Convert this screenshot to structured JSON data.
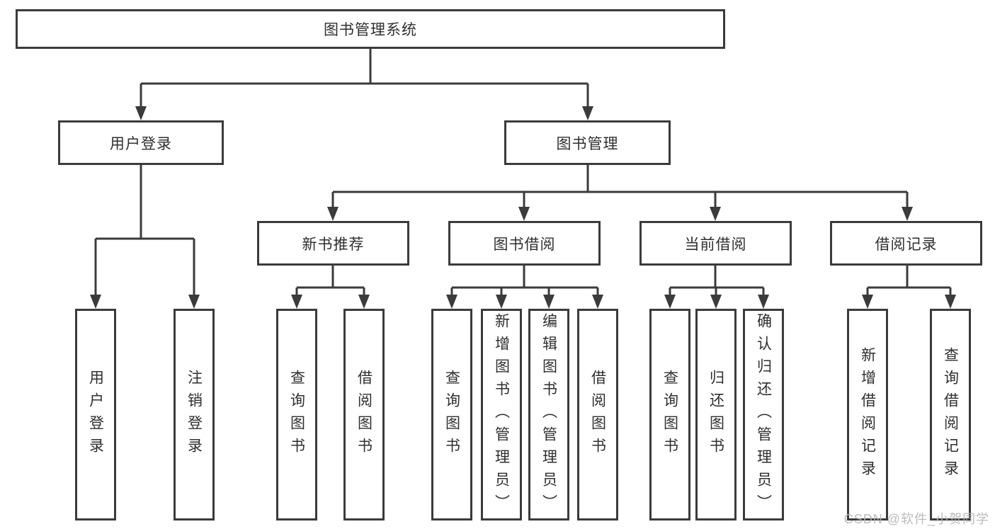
{
  "diagram_type": "hierarchy",
  "nodes": {
    "root": {
      "label": "图书管理系统",
      "children": [
        "user_login",
        "book_mgmt"
      ]
    },
    "user_login": {
      "label": "用户登录",
      "children": [
        "login",
        "logout"
      ]
    },
    "book_mgmt": {
      "label": "图书管理",
      "children": [
        "new_books",
        "borrow",
        "current",
        "records"
      ]
    },
    "login": {
      "label": "用户登录",
      "children": []
    },
    "logout": {
      "label": "注销登录",
      "children": []
    },
    "new_books": {
      "label": "新书推荐",
      "children": [
        "nb_query",
        "nb_borrow"
      ]
    },
    "borrow": {
      "label": "图书借阅",
      "children": [
        "bw_query",
        "bw_add",
        "bw_edit",
        "bw_borrow"
      ]
    },
    "current": {
      "label": "当前借阅",
      "children": [
        "cur_query",
        "cur_return",
        "cur_confirm"
      ]
    },
    "records": {
      "label": "借阅记录",
      "children": [
        "rec_add",
        "rec_query"
      ]
    },
    "nb_query": {
      "label": "查询图书",
      "children": []
    },
    "nb_borrow": {
      "label": "借阅图书",
      "children": []
    },
    "bw_query": {
      "label": "查询图书",
      "children": []
    },
    "bw_add": {
      "label": "新增图书（管理员）",
      "children": []
    },
    "bw_edit": {
      "label": "编辑图书（管理员）",
      "children": []
    },
    "bw_borrow": {
      "label": "借阅图书",
      "children": []
    },
    "cur_query": {
      "label": "查询图书",
      "children": []
    },
    "cur_return": {
      "label": "归还图书",
      "children": []
    },
    "cur_confirm": {
      "label": "确认归还（管理员）",
      "children": []
    },
    "rec_add": {
      "label": "新增借阅记录",
      "children": []
    },
    "rec_query": {
      "label": "查询借阅记录",
      "children": []
    }
  },
  "watermark": {
    "text": "CSDN @软件_小贺同学"
  },
  "colors": {
    "line": "#3b3b3b",
    "text": "#2f2f2f",
    "watermark": "#b5b5b5",
    "background": "#ffffff"
  }
}
